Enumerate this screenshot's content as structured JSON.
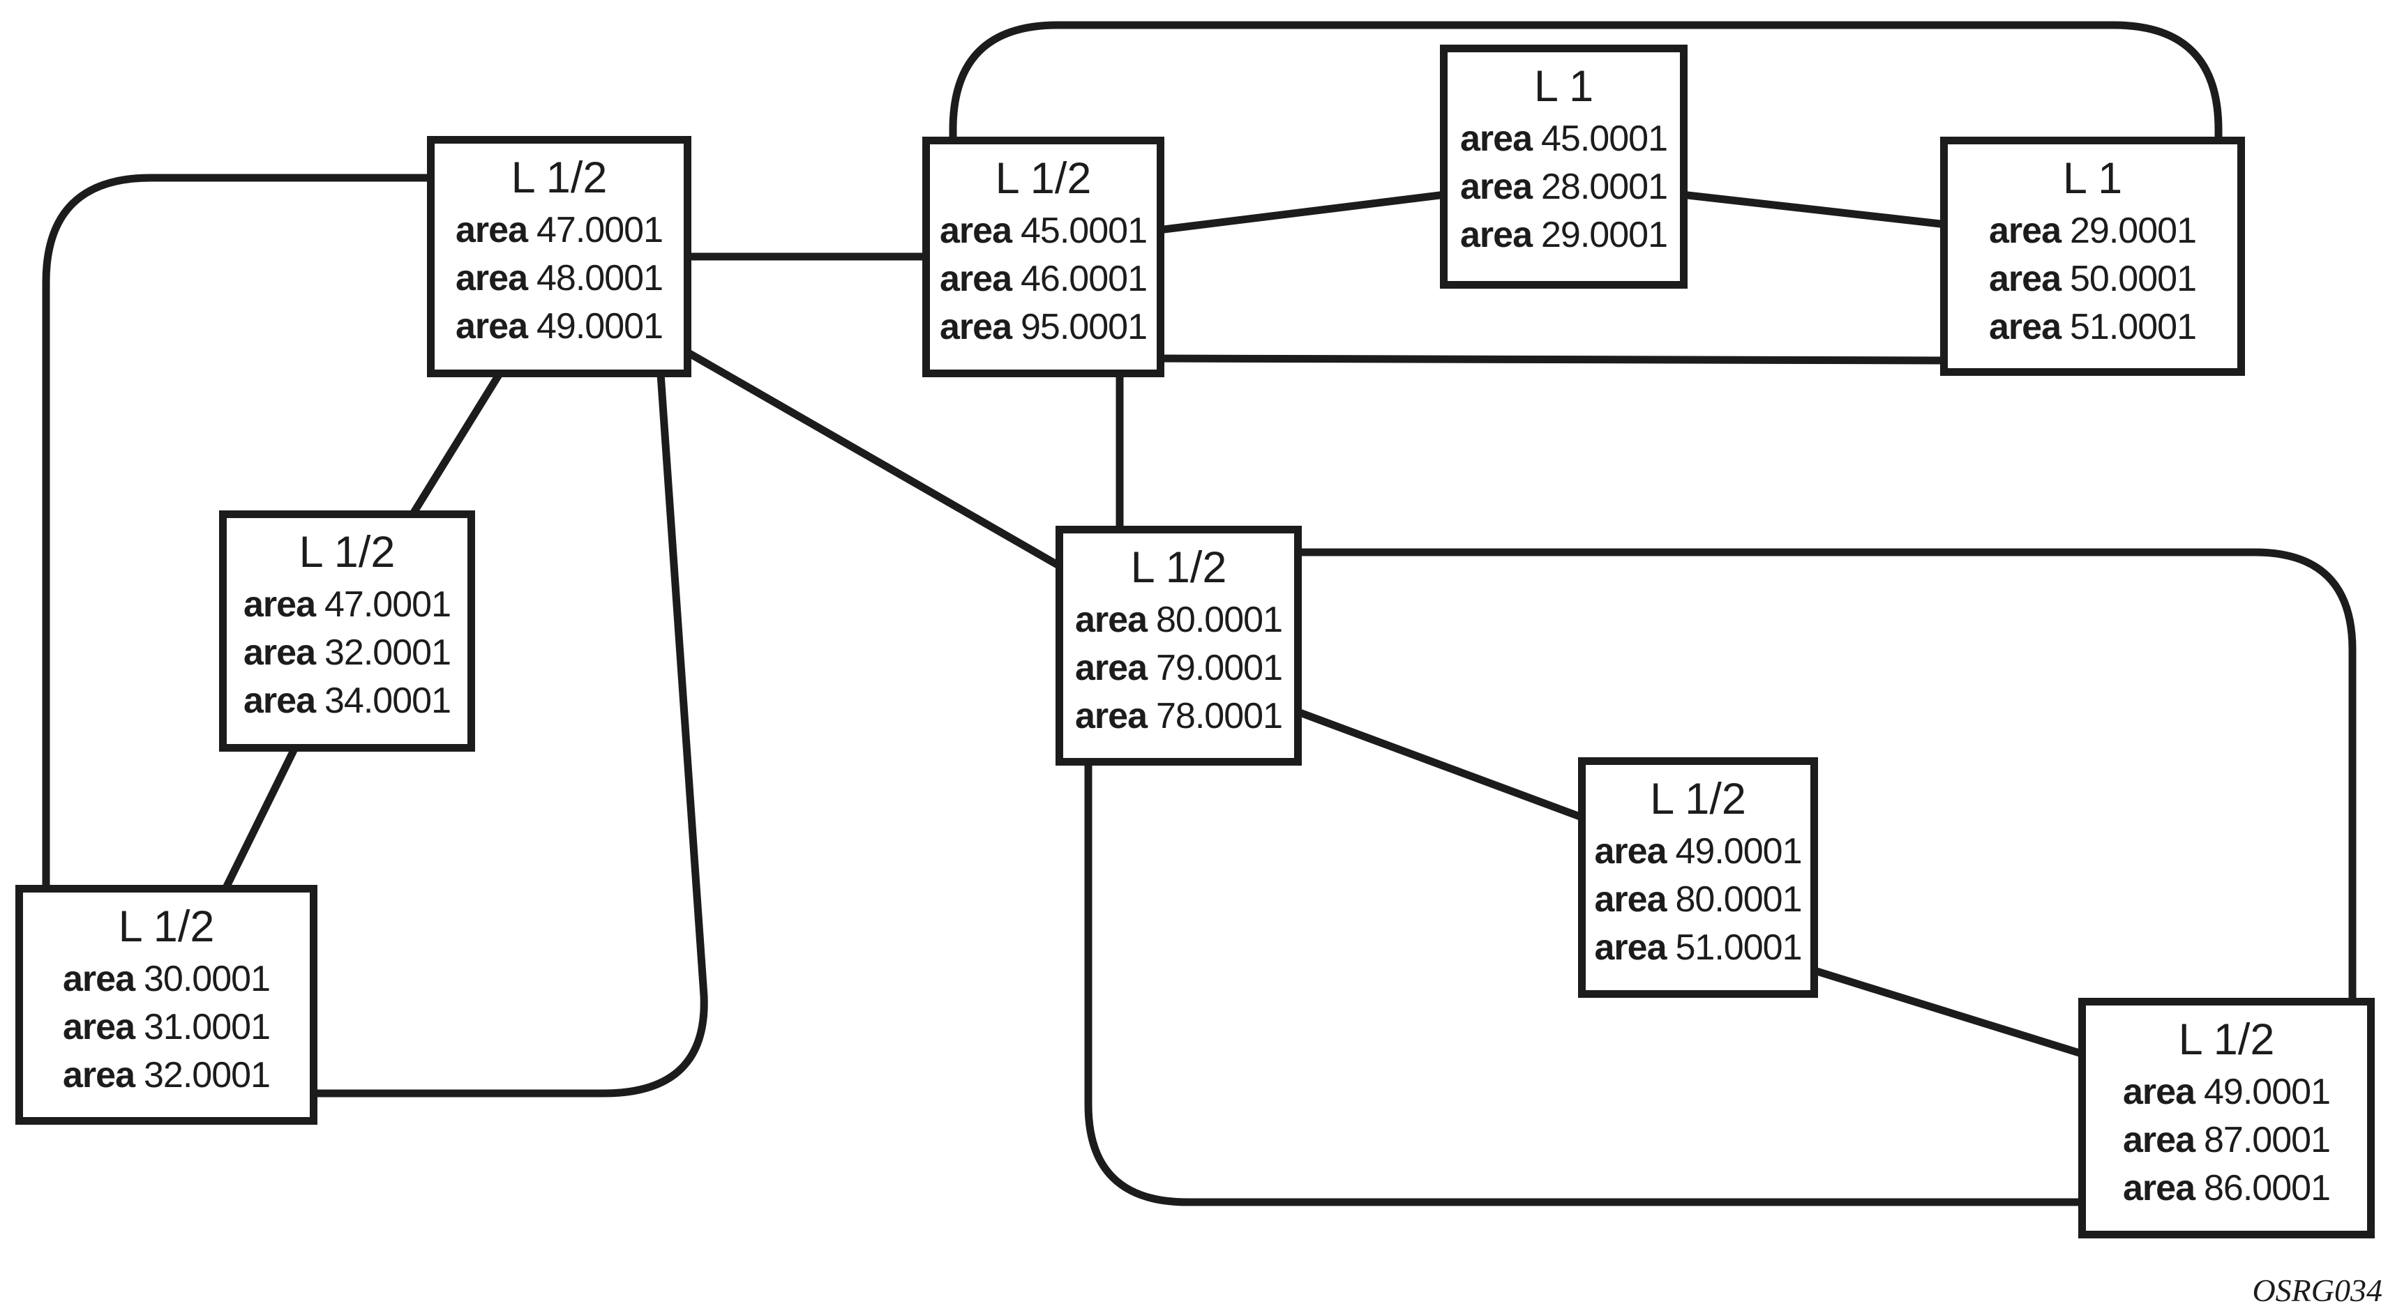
{
  "diagram": {
    "figure_id": "OSRG034",
    "area_keyword": "area",
    "colors": {
      "line": "#1c1c1c",
      "background": "#ffffff",
      "text": "#1c1c1c"
    },
    "nodes": [
      {
        "id": "top-left",
        "label": "L 1/2",
        "areas": [
          "47.0001",
          "48.0001",
          "49.0001"
        ]
      },
      {
        "id": "top-middle",
        "label": "L 1/2",
        "areas": [
          "45.0001",
          "46.0001",
          "95.0001"
        ]
      },
      {
        "id": "top-l1",
        "label": "L 1",
        "areas": [
          "45.0001",
          "28.0001",
          "29.0001"
        ]
      },
      {
        "id": "top-right",
        "label": "L 1",
        "areas": [
          "29.0001",
          "50.0001",
          "51.0001"
        ]
      },
      {
        "id": "mid-left",
        "label": "L 1/2",
        "areas": [
          "47.0001",
          "32.0001",
          "34.0001"
        ]
      },
      {
        "id": "bottom-left",
        "label": "L 1/2",
        "areas": [
          "30.0001",
          "31.0001",
          "32.0001"
        ]
      },
      {
        "id": "center",
        "label": "L 1/2",
        "areas": [
          "80.0001",
          "79.0001",
          "78.0001"
        ]
      },
      {
        "id": "mid-right",
        "label": "L 1/2",
        "areas": [
          "49.0001",
          "80.0001",
          "51.0001"
        ]
      },
      {
        "id": "bottom-right",
        "label": "L 1/2",
        "areas": [
          "49.0001",
          "87.0001",
          "86.0001"
        ]
      }
    ],
    "edges": [
      {
        "from": "top-left",
        "to": "top-middle",
        "style": "straight"
      },
      {
        "from": "top-middle",
        "to": "top-l1",
        "style": "straight"
      },
      {
        "from": "top-l1",
        "to": "top-right",
        "style": "straight"
      },
      {
        "from": "top-middle",
        "to": "top-right",
        "style": "rounded-loop-over-top"
      },
      {
        "from": "top-middle",
        "to": "top-right",
        "style": "straight"
      },
      {
        "from": "top-left",
        "to": "bottom-left",
        "style": "rounded-loop-left"
      },
      {
        "from": "top-left",
        "to": "mid-left",
        "style": "straight"
      },
      {
        "from": "mid-left",
        "to": "bottom-left",
        "style": "straight"
      },
      {
        "from": "top-left",
        "to": "bottom-left",
        "style": "rounded-loop-down"
      },
      {
        "from": "top-middle",
        "to": "center",
        "style": "straight"
      },
      {
        "from": "top-left",
        "to": "center",
        "style": "straight"
      },
      {
        "from": "center",
        "to": "bottom-right",
        "style": "rounded-loop-right"
      },
      {
        "from": "center",
        "to": "mid-right",
        "style": "straight"
      },
      {
        "from": "mid-right",
        "to": "bottom-right",
        "style": "straight"
      },
      {
        "from": "center",
        "to": "bottom-right",
        "style": "rounded-loop-bottom"
      }
    ]
  }
}
